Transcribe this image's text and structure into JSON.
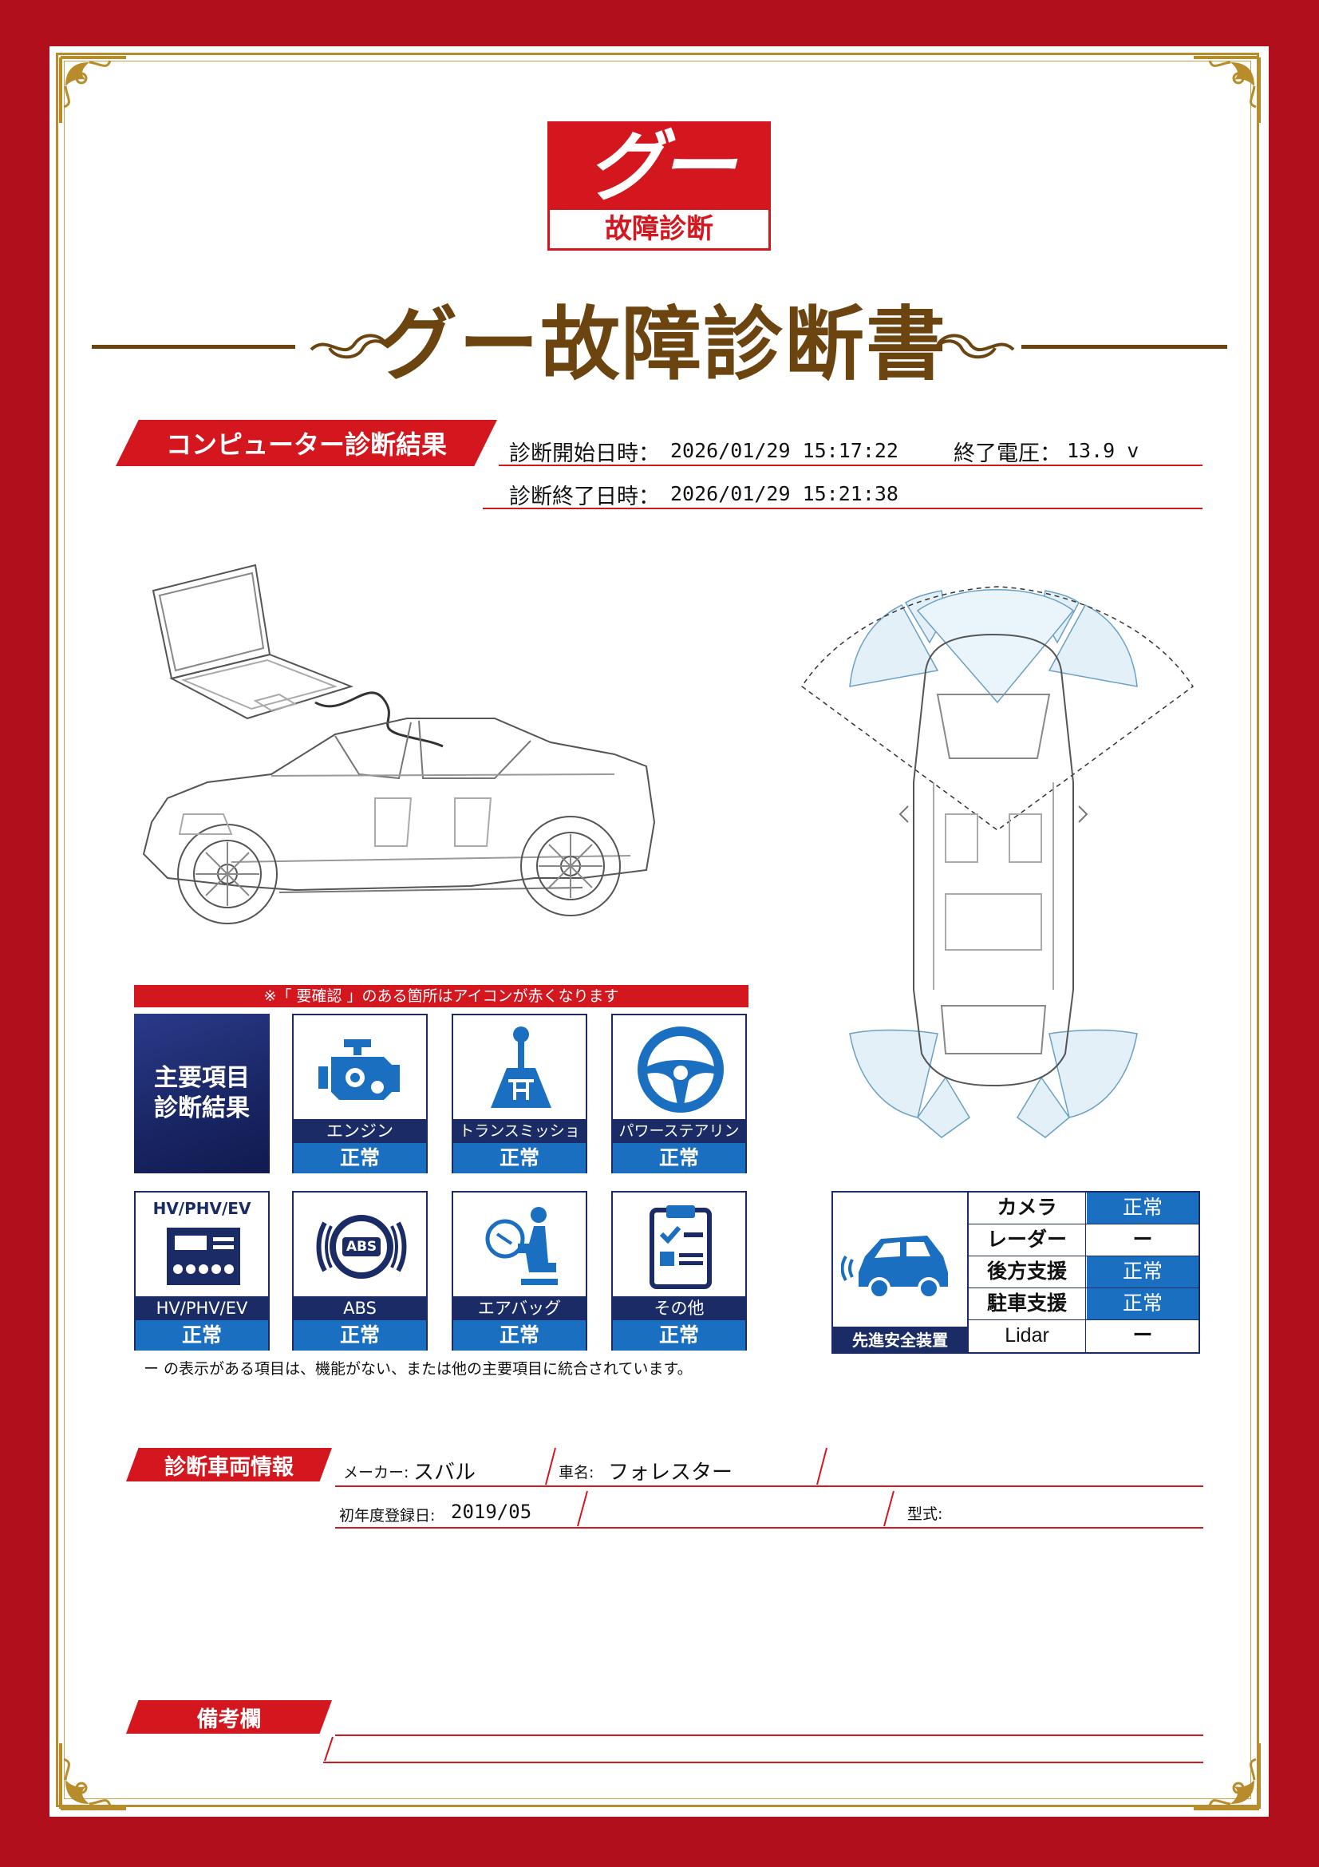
{
  "logo": {
    "mark": "グー",
    "subtitle": "故障診断"
  },
  "title": "グー故障診断書",
  "computer": {
    "banner": "コンピューター診断結果",
    "start_label": "診断開始日時：",
    "start_value": "2026/01/29 15:17:22",
    "voltage_label": "終了電圧：",
    "voltage_value": "13.9 v",
    "end_label": "診断終了日時：",
    "end_value": "2026/01/29 15:21:38"
  },
  "notice": "※「 要確認 」のある箇所はアイコンが赤くなります",
  "main_items": {
    "label": "主要項目診断結果",
    "label_line1": "主要項目",
    "label_line2": "診断結果",
    "tiles": [
      {
        "name": "エンジン",
        "status": "正常",
        "icon": "engine-icon"
      },
      {
        "name": "トランスミッション",
        "status": "正常",
        "icon": "gear-shift-icon"
      },
      {
        "name": "パワーステアリング",
        "status": "正常",
        "icon": "steering-wheel-icon"
      },
      {
        "name": "HV/PHV/EV",
        "status": "正常",
        "icon": "battery-icon",
        "badge": "HV/PHV/EV"
      },
      {
        "name": "ABS",
        "status": "正常",
        "icon": "abs-icon",
        "badge": "ABS"
      },
      {
        "name": "エアバッグ",
        "status": "正常",
        "icon": "airbag-icon"
      },
      {
        "name": "その他",
        "status": "正常",
        "icon": "clipboard-icon"
      }
    ]
  },
  "footnote": "ー の表示がある項目は、機能がない、または他の主要項目に統合されています。",
  "adas": {
    "label": "先進安全装置",
    "rows": [
      {
        "name": "カメラ",
        "value": "正常"
      },
      {
        "name": "レーダー",
        "value": "ー"
      },
      {
        "name": "後方支援",
        "value": "正常"
      },
      {
        "name": "駐車支援",
        "value": "正常"
      },
      {
        "name": "Lidar",
        "value": "ー"
      }
    ]
  },
  "vehicle": {
    "banner": "診断車両情報",
    "maker_label": "メーカー:",
    "maker_value": "スバル",
    "car_label": "車名:",
    "car_value": "フォレスター",
    "reg_label": "初年度登録日:",
    "reg_value": "2019/05",
    "model_label": "型式:"
  },
  "remarks": {
    "banner": "備考欄"
  },
  "colors": {
    "red": "#d4161e",
    "navy": "#1a2b66",
    "blue": "#1a6fc1",
    "gold": "#b88c2a",
    "brown": "#6b4410"
  }
}
